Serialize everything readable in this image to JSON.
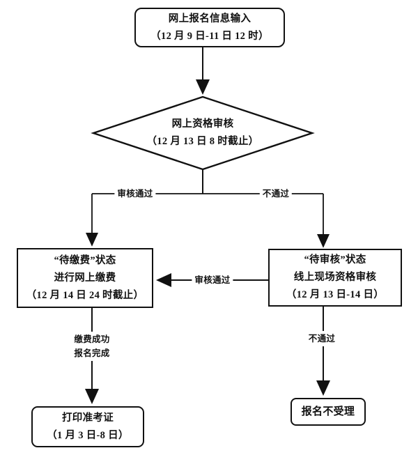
{
  "page": {
    "background_color": "#ffffff",
    "line_color": "#111111",
    "text_color": "#111111"
  },
  "flowchart": {
    "nodes": {
      "start": {
        "shape": "rounded-rect",
        "lines": [
          "网上报名信息输入",
          "（12 月 9 日-11 日 12 时）"
        ]
      },
      "review": {
        "shape": "diamond",
        "lines": [
          "网上资格审核",
          "（12 月 13 日 8 时截止）"
        ]
      },
      "payment": {
        "shape": "rect",
        "lines": [
          "“待缴费”状态",
          "进行网上缴费",
          "（12 月 14 日 24 时截止）"
        ]
      },
      "onsite_review": {
        "shape": "rect",
        "lines": [
          "“待审核”状态",
          "线上现场资格审核",
          "（12 月 13 日-14 日）"
        ]
      },
      "print_ticket": {
        "shape": "rounded-rect",
        "lines": [
          "打印准考证",
          "（1 月 3 日-8 日）"
        ]
      },
      "rejected": {
        "shape": "rounded-rect",
        "lines": [
          "报名不受理"
        ]
      }
    },
    "edge_labels": {
      "review_pass_left": "审核通过",
      "review_fail_right": "不通过",
      "onsite_pass_mid": "审核通过",
      "payment_success": [
        "缴费成功",
        "报名完成"
      ],
      "onsite_fail_bottom": "不通过"
    },
    "edges": [
      {
        "from": "start",
        "to": "review",
        "label": ""
      },
      {
        "from": "review",
        "to": "payment",
        "label": "审核通过"
      },
      {
        "from": "review",
        "to": "onsite_review",
        "label": "不通过"
      },
      {
        "from": "onsite_review",
        "to": "payment",
        "label": "审核通过"
      },
      {
        "from": "payment",
        "to": "print_ticket",
        "label": "缴费成功 报名完成"
      },
      {
        "from": "onsite_review",
        "to": "rejected",
        "label": "不通过"
      }
    ]
  }
}
